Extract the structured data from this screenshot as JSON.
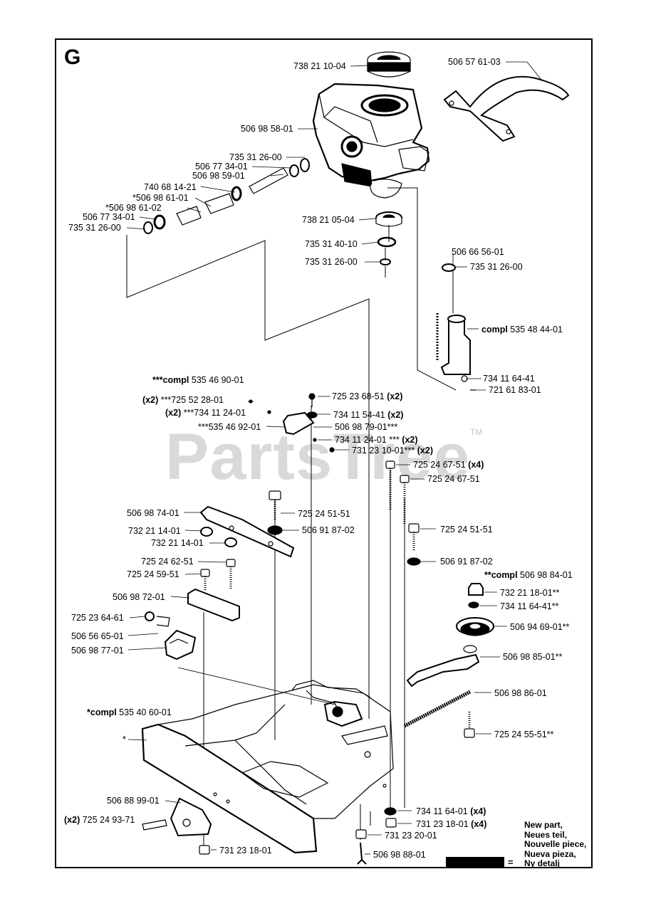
{
  "section": "G",
  "watermark": {
    "text": "PartsTree",
    "tm": "TM"
  },
  "legend": {
    "lines": [
      "New part,",
      "Neues teil,",
      "Nouvelle piece,",
      "Nueva pieza,",
      "Ny detalj"
    ],
    "equals": "="
  },
  "labels": [
    {
      "pre": "",
      "num": "738 21 10-04",
      "suf": ""
    },
    {
      "pre": "",
      "num": "506 57 61-03",
      "suf": ""
    },
    {
      "pre": "",
      "num": "506 98 58-01",
      "suf": ""
    },
    {
      "pre": "",
      "num": "735 31 26-00",
      "suf": ""
    },
    {
      "pre": "",
      "num": "506 77 34-01",
      "suf": ""
    },
    {
      "pre": "",
      "num": "506 98 59-01",
      "suf": ""
    },
    {
      "pre": "",
      "num": "740 68 14-21",
      "suf": ""
    },
    {
      "pre": "",
      "num": "*506 98 61-01",
      "suf": ""
    },
    {
      "pre": "",
      "num": "*506 98 61-02",
      "suf": ""
    },
    {
      "pre": "",
      "num": "506 77 34-01",
      "suf": ""
    },
    {
      "pre": "",
      "num": "735 31 26-00",
      "suf": ""
    },
    {
      "pre": "",
      "num": "738 21 05-04",
      "suf": ""
    },
    {
      "pre": "",
      "num": "735 31 40-10",
      "suf": ""
    },
    {
      "pre": "",
      "num": "735 31 26-00",
      "suf": ""
    },
    {
      "pre": "",
      "num": "506 66 56-01",
      "suf": ""
    },
    {
      "pre": "",
      "num": "735 31 26-00",
      "suf": ""
    },
    {
      "pre": "compl ",
      "num": "535 48 44-01",
      "suf": ""
    },
    {
      "pre": "",
      "num": "734 11 64-41",
      "suf": ""
    },
    {
      "pre": "",
      "num": "721 61 83-01",
      "suf": ""
    },
    {
      "pre": "***compl ",
      "num": "535 46 90-01",
      "suf": ""
    },
    {
      "pre": "(x2) ",
      "num": "***725 52 28-01",
      "suf": ""
    },
    {
      "pre": "(x2) ",
      "num": "***734 11 24-01",
      "suf": ""
    },
    {
      "pre": "",
      "num": "***535 46 92-01",
      "suf": ""
    },
    {
      "pre": "",
      "num": "725 23 68-51",
      "suf": " (x2)"
    },
    {
      "pre": "",
      "num": "734 11 54-41",
      "suf": " (x2)"
    },
    {
      "pre": "",
      "num": "506 98 79-01***",
      "suf": ""
    },
    {
      "pre": "",
      "num": "734 11 24-01 ***",
      "suf": " (x2)"
    },
    {
      "pre": "",
      "num": "731 23 10-01***",
      "suf": " (x2)"
    },
    {
      "pre": "",
      "num": "725 24 67-51",
      "suf": " (x4)"
    },
    {
      "pre": "",
      "num": "725 24 67-51",
      "suf": ""
    },
    {
      "pre": "",
      "num": "506 98 74-01",
      "suf": ""
    },
    {
      "pre": "",
      "num": "725 24 51-51",
      "suf": ""
    },
    {
      "pre": "",
      "num": "732 21 14-01",
      "suf": ""
    },
    {
      "pre": "",
      "num": "506 91 87-02",
      "suf": ""
    },
    {
      "pre": "",
      "num": "732 21 14-01",
      "suf": ""
    },
    {
      "pre": "",
      "num": "725 24 51-51",
      "suf": ""
    },
    {
      "pre": "",
      "num": "725 24 62-51",
      "suf": ""
    },
    {
      "pre": "",
      "num": "725 24 59-51",
      "suf": ""
    },
    {
      "pre": "",
      "num": "506 91 87-02",
      "suf": ""
    },
    {
      "pre": "**compl ",
      "num": "506 98 84-01",
      "suf": ""
    },
    {
      "pre": "",
      "num": "506 98 72-01",
      "suf": ""
    },
    {
      "pre": "",
      "num": "732 21 18-01**",
      "suf": ""
    },
    {
      "pre": "",
      "num": "734 11 64-41**",
      "suf": ""
    },
    {
      "pre": "",
      "num": "725 23 64-61",
      "suf": ""
    },
    {
      "pre": "",
      "num": "506 94 69-01**",
      "suf": ""
    },
    {
      "pre": "",
      "num": "506 56 65-01",
      "suf": ""
    },
    {
      "pre": "",
      "num": "506 98 77-01",
      "suf": ""
    },
    {
      "pre": "",
      "num": "506 98 85-01**",
      "suf": ""
    },
    {
      "pre": "",
      "num": "506 98 86-01",
      "suf": ""
    },
    {
      "pre": "*compl ",
      "num": "535 40 60-01",
      "suf": ""
    },
    {
      "pre": "",
      "num": "725 24 55-51**",
      "suf": ""
    },
    {
      "pre": "",
      "num": "*",
      "suf": ""
    },
    {
      "pre": "",
      "num": "506 88 99-01",
      "suf": ""
    },
    {
      "pre": "",
      "num": "734 11 64-01",
      "suf": " (x4)"
    },
    {
      "pre": "(x2) ",
      "num": "725 24 93-71",
      "suf": ""
    },
    {
      "pre": "",
      "num": "731 23 18-01",
      "suf": " (x4)"
    },
    {
      "pre": "",
      "num": "731 23 20-01",
      "suf": ""
    },
    {
      "pre": "",
      "num": "731 23 18-01",
      "suf": ""
    },
    {
      "pre": "",
      "num": "506 98 88-01",
      "suf": ""
    }
  ]
}
